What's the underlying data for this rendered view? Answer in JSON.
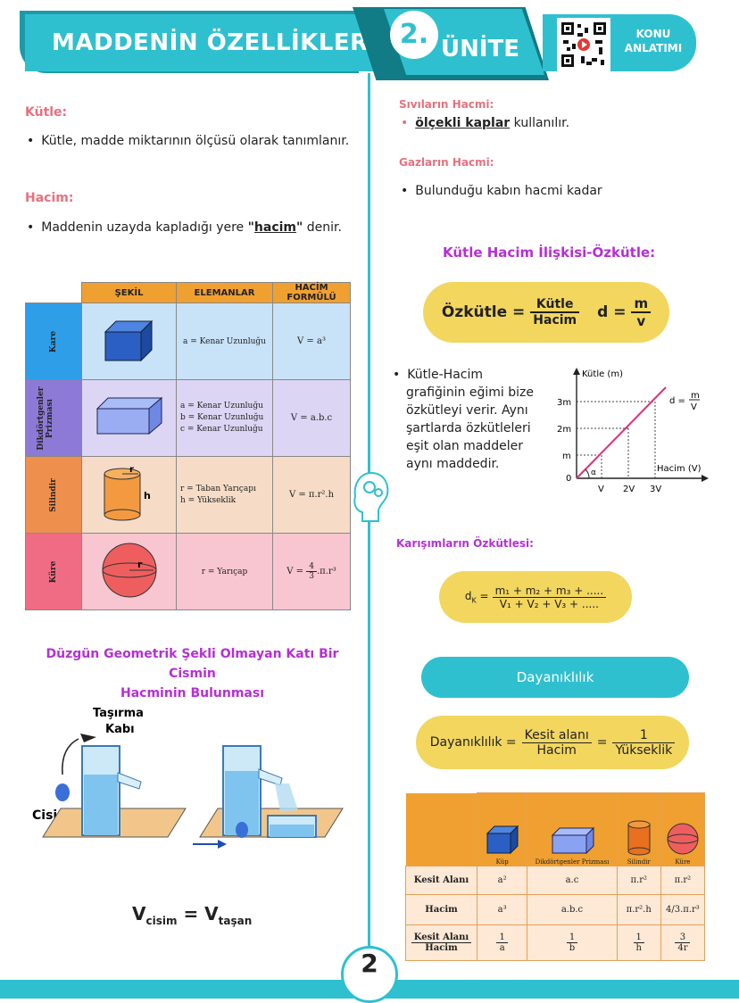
{
  "header": {
    "title": "MADDENİN ÖZELLİKLERİ",
    "unit_number": "2.",
    "unit_label": "ÜNİTE",
    "konu": "KONU",
    "anlatimi": "ANLATIMI"
  },
  "left": {
    "kutle_heading": "Kütle:",
    "kutle_text": "Kütle, madde miktarının ölçüsü olarak tanımlanır.",
    "hacim_heading": "Hacim:",
    "hacim_pre": "Maddenin uzayda kapladığı yere ",
    "hacim_q1": "\"",
    "hacim_word": "hacim",
    "hacim_q2": "\"",
    "hacim_post": " denir.",
    "table": {
      "headers": [
        "ŞEKİL",
        "ELEMANLAR",
        "HACİM FORMÜLÜ"
      ],
      "rows": [
        {
          "name": "Kare",
          "elements": "a = Kenar Uzunluğu",
          "formula": "V = a³"
        },
        {
          "name": "Dikdörtgenler Prizması",
          "el1": "a = Kenar Uzunluğu",
          "el2": "b = Kenar Uzunluğu",
          "el3": "c = Kenar Uzunluğu",
          "formula": "V = a.b.c"
        },
        {
          "name": "Silindir",
          "el1": "r = Taban Yarıçapı",
          "el2": "h = Yükseklik",
          "formula": "V = π.r².h",
          "r": "r",
          "h": "h"
        },
        {
          "name": "Küre",
          "elements": "r = Yarıçap",
          "formula_pre": "V = ",
          "f_n": "4",
          "f_d": "3",
          "formula_post": ".π.r³",
          "r": "r"
        }
      ]
    },
    "irregular_title_1": "Düzgün Geometrik Şekli Olmayan Katı Bir Cismin",
    "irregular_title_2": "Hacminin Bulunması",
    "tasirma_1": "Taşırma",
    "tasirma_2": "Kabı",
    "cisim": "Cisim",
    "v_eq_v": "V",
    "v_sub1": "cisim",
    "v_eq": " = V",
    "v_sub2": "taşan"
  },
  "right": {
    "sivi_heading": "Sıvıların Hacmi:",
    "sivi_bold": "ölçekli kaplar",
    "sivi_rest": " kullanılır.",
    "gaz_heading": "Gazların Hacmi:",
    "gaz_text": "Bulunduğu kabın hacmi kadar",
    "ozkutle_heading": "Kütle Hacim İlişkisi-Özkütle:",
    "ozkutle_label": "Özkütle =",
    "ozkutle_n": "Kütle",
    "ozkutle_d": "Hacim",
    "d_label": "d =",
    "d_n": "m",
    "d_d": "v",
    "graph_text": [
      "Kütle-Hacim",
      "grafiğinin eğimi bize",
      "özkütleyi verir. Aynı",
      "şartlarda özkütleleri",
      "eşit olan maddeler",
      "aynı maddedir."
    ],
    "graph": {
      "ylabel": "Kütle (m)",
      "xlabel": "Hacim (V)",
      "yticks": [
        "3m",
        "2m",
        "m",
        "0"
      ],
      "xticks": [
        "V",
        "2V",
        "3V"
      ],
      "alpha": "α",
      "d_eq": "d =",
      "d_m": "m",
      "d_v": "V"
    },
    "karisim_heading": "Karışımların Özkütlesi:",
    "karisim_d": "d",
    "karisim_k": "K",
    "karisim_eq": " =",
    "karisim_n": "m₁ + m₂ + m₃ + .....",
    "karisim_dn": "V₁ + V₂ + V₃ + .....",
    "dayaniklilik_pill": "Dayanıklılık",
    "day_label": "Dayanıklılık =",
    "day_n": "Kesit alanı",
    "day_d": "Hacim",
    "day_eq2": "=",
    "day_n2": "1",
    "day_d2": "Yükseklik",
    "dur_table": {
      "shapes": [
        "Küp",
        "Dikdörtgenler Prizması",
        "Silindir",
        "Küre"
      ],
      "rows": [
        {
          "label": "Kesit Alanı",
          "vals": [
            "a²",
            "a.c",
            "π.r²",
            "π.r²"
          ]
        },
        {
          "label": "Hacim",
          "vals": [
            "a³",
            "a.b.c",
            "π.r².h",
            "4/3.π.r³"
          ]
        },
        {
          "label_n": "Kesit Alanı",
          "label_d": "Hacim",
          "vals_n": [
            "1",
            "1",
            "1",
            "3"
          ],
          "vals_d": [
            "a",
            "b",
            "h",
            "4r"
          ]
        }
      ]
    }
  },
  "footer": {
    "page": "2"
  },
  "colors": {
    "teal": "#2fc0d0",
    "yellow": "#f2d65e",
    "pink": "#e8707e",
    "purple": "#b62fd6",
    "orange": "#f0a030"
  }
}
